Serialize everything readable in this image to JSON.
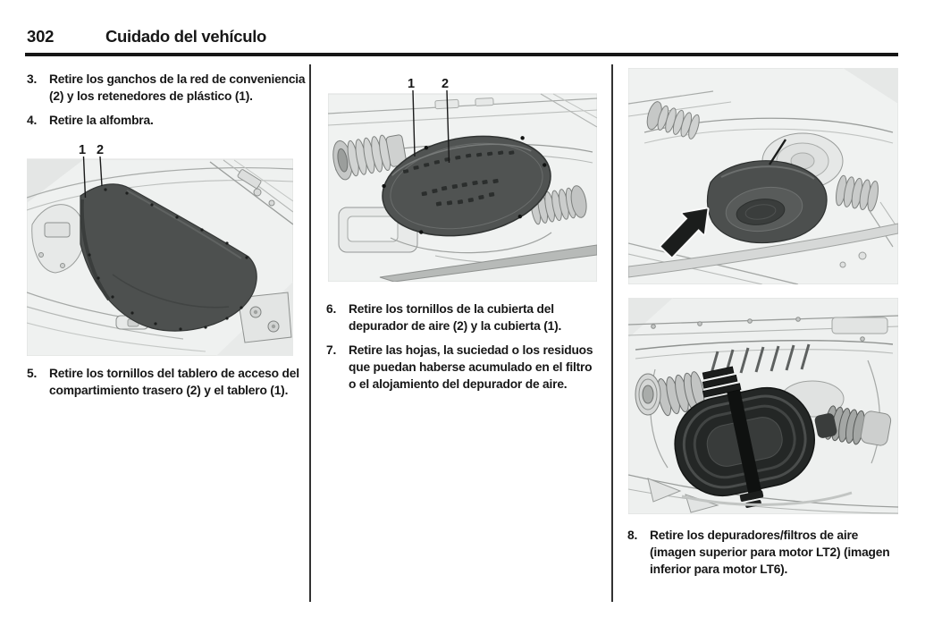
{
  "header": {
    "page_number": "302",
    "title": "Cuidado del vehículo"
  },
  "steps": {
    "s3": {
      "num": "3.",
      "text": "Retire los ganchos de la red de conveniencia\n(2) y los retenedores de plástico (1)."
    },
    "s4": {
      "num": "4.",
      "text": "Retire la alfombra."
    },
    "s5": {
      "num": "5.",
      "text": "Retire los tornillos del tablero de acceso del\ncompartimiento trasero (2) y el tablero (1)."
    },
    "s6": {
      "num": "6.",
      "text": "Retire los tornillos de la cubierta del\ndepurador de aire (2) y la cubierta (1)."
    },
    "s7": {
      "num": "7.",
      "text": "Retire las hojas, la suciedad o los residuos\nque puedan haberse acumulado en el filtro\no el alojamiento del depurador de aire."
    },
    "s8": {
      "num": "8.",
      "text": "Retire los depuradores/filtros de aire\n(imagen superior para motor LT2) (imagen\ninferior para motor LT6)."
    }
  },
  "figures": {
    "panel": {
      "callout1": "1",
      "callout2": "2"
    },
    "cover": {
      "callout1": "1",
      "callout2": "2"
    }
  },
  "colors": {
    "ink": "#171717",
    "rule": "#161616",
    "figure_background": "#eff1f0",
    "dark_part": "#3a3d3c"
  }
}
